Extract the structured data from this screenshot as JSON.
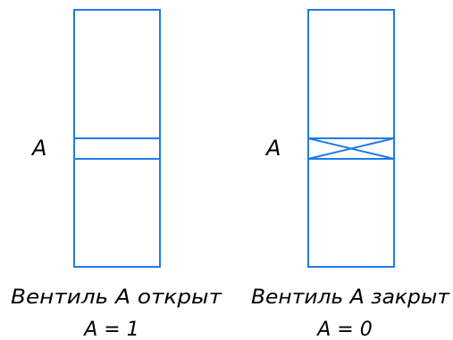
{
  "left": {
    "valve_label": "A",
    "caption_line1": "Вентиль А открыт",
    "caption_line2": "A = 1",
    "state": "open"
  },
  "right": {
    "valve_label": "A",
    "caption_line1": "Вентиль А закрыт",
    "caption_line2": "A = 0",
    "state": "closed"
  },
  "colors": {
    "pipe": "#1f7be6",
    "text": "#000000"
  }
}
